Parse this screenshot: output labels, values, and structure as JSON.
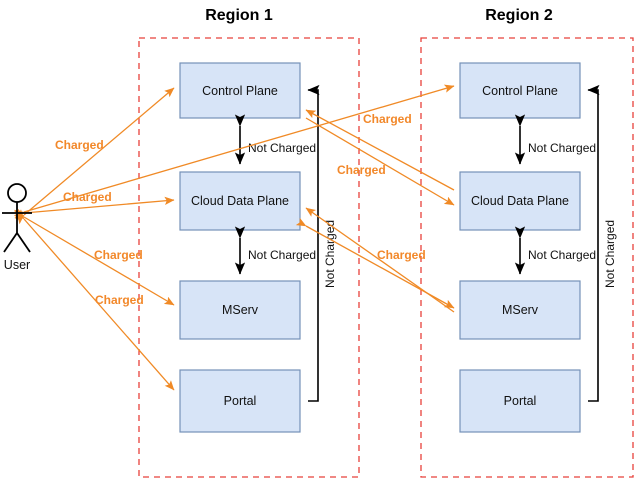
{
  "diagram": {
    "title_region1": "Region 1",
    "title_region2": "Region 2",
    "actor": {
      "label": "User",
      "icon": "user-stick-figure-icon"
    },
    "colors": {
      "box_fill": "#d7e4f7",
      "box_stroke": "#7491b8",
      "region_border": "#e8413b",
      "charged": "#f2882a",
      "not_charged": "#000000",
      "background": "#ffffff"
    },
    "regions": [
      {
        "name": "Region 1",
        "boxes": [
          {
            "id": "r1-control-plane",
            "label": "Control Plane"
          },
          {
            "id": "r1-cloud-data-plane",
            "label": "Cloud Data Plane"
          },
          {
            "id": "r1-mserv",
            "label": "MServ"
          },
          {
            "id": "r1-portal",
            "label": "Portal"
          }
        ],
        "internal_links": [
          {
            "from": "Control Plane",
            "to": "Cloud Data Plane",
            "label": "Not Charged"
          },
          {
            "from": "Cloud Data Plane",
            "to": "MServ",
            "label": "Not Charged"
          },
          {
            "from": "Portal",
            "to": "Control Plane",
            "label": "Not Charged"
          }
        ]
      },
      {
        "name": "Region 2",
        "boxes": [
          {
            "id": "r2-control-plane",
            "label": "Control Plane"
          },
          {
            "id": "r2-cloud-data-plane",
            "label": "Cloud Data Plane"
          },
          {
            "id": "r2-mserv",
            "label": "MServ"
          },
          {
            "id": "r2-portal",
            "label": "Portal"
          }
        ],
        "internal_links": [
          {
            "from": "Control Plane",
            "to": "Cloud Data Plane",
            "label": "Not Charged"
          },
          {
            "from": "Cloud Data Plane",
            "to": "MServ",
            "label": "Not Charged"
          },
          {
            "from": "Portal",
            "to": "Control Plane",
            "label": "Not Charged"
          }
        ]
      }
    ],
    "charged_labels": {
      "user_to_r1_control_plane": "Charged",
      "user_to_r1_cloud_data_plane": "Charged",
      "user_to_r1_mserv": "Charged",
      "user_to_r1_portal": "Charged",
      "user_to_r2_control_plane": "Charged",
      "r2_to_r1_control_plane": "Charged",
      "r1_to_r2_cloud_data_plane": "Charged",
      "cross_region_lower": "Charged"
    },
    "not_charged_labels": {
      "r1_cp_cdp": "Not Charged",
      "r1_cdp_mserv": "Not Charged",
      "r1_portal_cp": "Not Charged",
      "r2_cp_cdp": "Not Charged",
      "r2_cdp_mserv": "Not Charged",
      "r2_portal_cp": "Not Charged"
    }
  }
}
